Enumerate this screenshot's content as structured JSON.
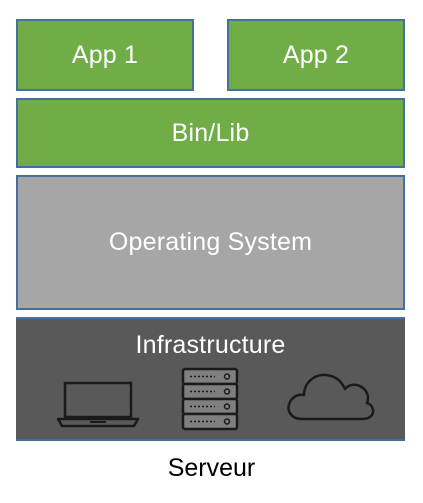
{
  "diagram": {
    "apps": [
      {
        "label": "App 1"
      },
      {
        "label": "App 2"
      }
    ],
    "bin_lib": {
      "label": "Bin/Lib"
    },
    "operating_system": {
      "label": "Operating System"
    },
    "infrastructure": {
      "label": "Infrastructure",
      "icons": [
        "laptop-icon",
        "server-icon",
        "cloud-icon"
      ]
    },
    "caption": "Serveur"
  },
  "colors": {
    "app_layer": "#70ad47",
    "os_layer": "#a6a6a6",
    "infrastructure_layer": "#595959",
    "border": "#41719c",
    "text_on_layers": "#ffffff",
    "caption_text": "#000000",
    "icon_stroke": "#1a1a1a"
  }
}
